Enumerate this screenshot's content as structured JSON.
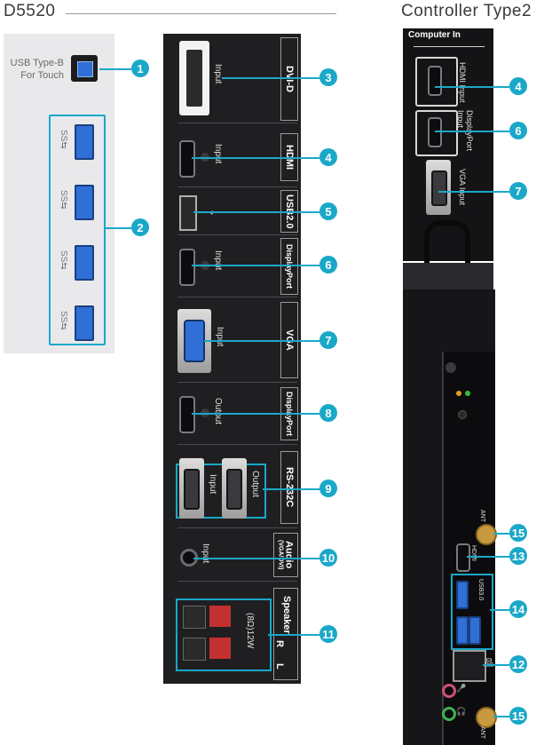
{
  "left_title": "D5520",
  "right_title": "Controller Type2",
  "touch": {
    "line1": "USB Type-B",
    "line2": "For Touch"
  },
  "panel_labels": {
    "dvi": "DVI-D",
    "hdmi": "HDMI",
    "usb": "USB2.0",
    "dp_in": "DisplayPort",
    "vga": "VGA",
    "dp_out": "DisplayPort",
    "rs232": "RS-232C",
    "audio": "Audio",
    "audio_sub": "(VGA/DVI)",
    "speaker": "Speaker",
    "speaker_r": "R",
    "speaker_l": "L",
    "speaker_spec": "(8Ω)12W"
  },
  "port_text": {
    "input": "Input",
    "output": "Output"
  },
  "controller": {
    "computer_in": "Computer In",
    "hdmi_input": "HDMI Input",
    "displayport_input": "DisplayPort Input",
    "vga_input": "VGA Input",
    "ant": "ANT",
    "hdmi": "HDMI",
    "usb30": "USB3.0"
  },
  "callouts": [
    "1",
    "2",
    "3",
    "4",
    "5",
    "6",
    "7",
    "8",
    "9",
    "10",
    "11",
    "12",
    "13",
    "14",
    "15"
  ],
  "colors": {
    "accent": "#1aa8c8",
    "usb_blue": "#2f6fd6",
    "panel_dark": "#1f1f22",
    "panel_light": "#e9e9ec"
  }
}
